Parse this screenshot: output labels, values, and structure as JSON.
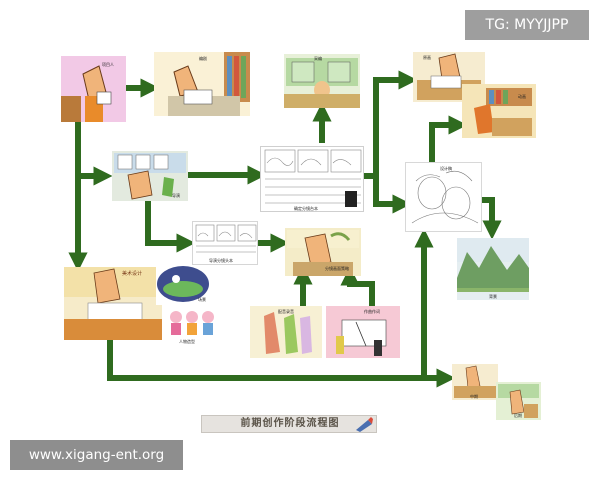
{
  "diagram": {
    "title": "前期创作阶段流程图",
    "captions": {
      "director": "项目人",
      "writer": "编剧",
      "song": "采编",
      "planner": "导演",
      "storyboard_main": "确定分镜台本",
      "storyboard_alt": "导演分镜头本",
      "layout": "分镜画面策略",
      "art_design": "美术设计",
      "characters": "人物造型",
      "scene": "场景",
      "voice": "配音录音",
      "music": "作曲作词",
      "top_right_a": "原画",
      "top_right_b": "动画",
      "key_design": "设计稿",
      "background": "背景",
      "bottom_right_a": "中期",
      "bottom_right_b": "后期"
    }
  },
  "watermarks": {
    "tg": "TG: MYYJJPP",
    "url": "www.xigang-ent.org"
  },
  "colors": {
    "arrow": "#2f6b1f",
    "arrow_dark": "#245618"
  }
}
